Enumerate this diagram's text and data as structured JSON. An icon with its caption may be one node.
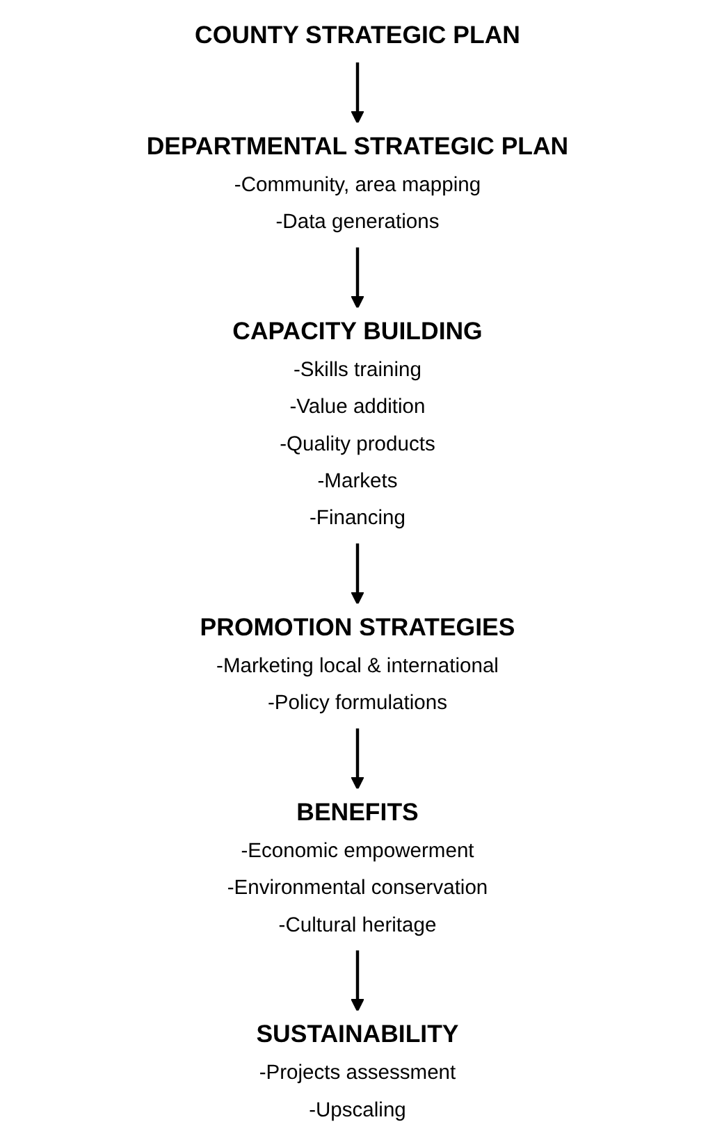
{
  "diagram": {
    "nodes": [
      {
        "text": [
          "COUNTY STRATEGIC PLAN"
        ]
      },
      {
        "text": [
          "DEPARTMENTAL STRATEGIC PLAN",
          "-Community, area mapping",
          "-Data generations"
        ]
      },
      {
        "text": [
          "CAPACITY BUILDING",
          "-Skills training",
          "-Value addition",
          "-Quality products",
          "-Markets",
          "-Financing"
        ]
      },
      {
        "text": [
          "PROMOTION STRATEGIES",
          "-Marketing local & international",
          "-Policy formulations"
        ]
      },
      {
        "text": [
          "BENEFITS",
          "-Economic empowerment",
          "-Environmental conservation",
          "-Cultural heritage"
        ]
      },
      {
        "text": [
          "SUSTAINABILITY",
          "-Projects assessment",
          "-Upscaling"
        ]
      }
    ],
    "edges": [
      {
        "from": 0,
        "to": 1,
        "arrow": "to"
      },
      {
        "from": 1,
        "to": 2,
        "arrow": "to"
      },
      {
        "from": 2,
        "to": 3,
        "arrow": "to"
      },
      {
        "from": 3,
        "to": 4,
        "arrow": "to"
      },
      {
        "from": 4,
        "to": 5,
        "arrow": "to"
      }
    ]
  }
}
